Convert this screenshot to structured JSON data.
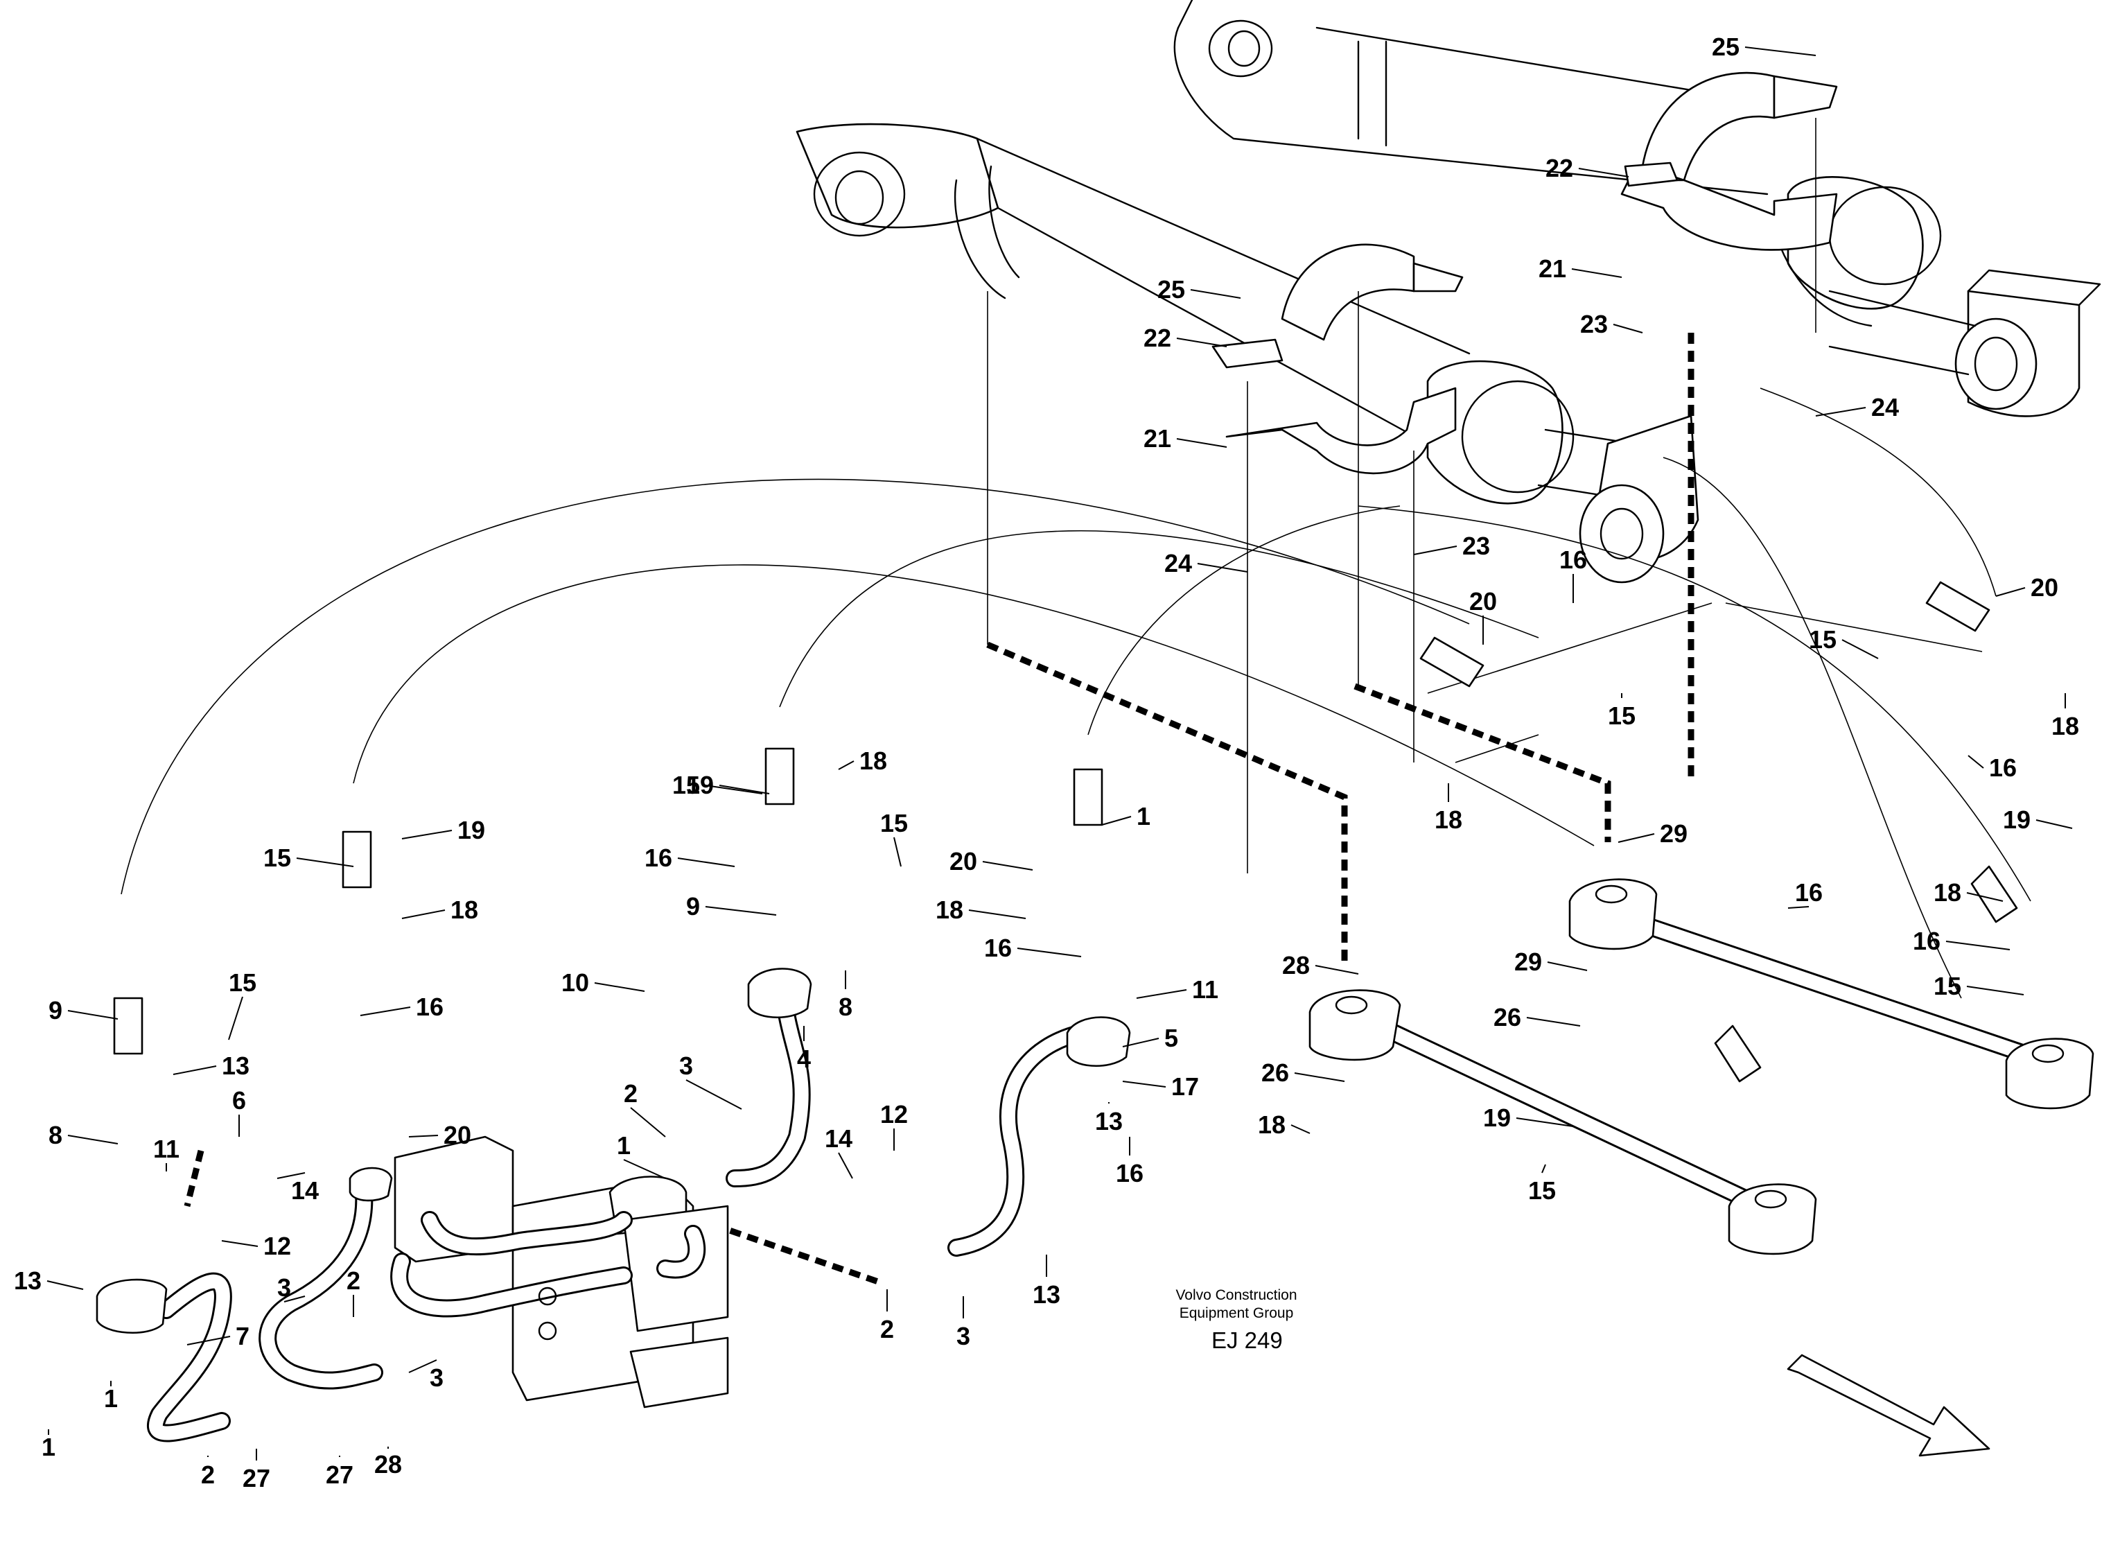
{
  "caption": {
    "brand_line1": "Volvo Construction",
    "brand_line2": "Equipment Group",
    "code": "EJ 249"
  },
  "callouts": [
    "25",
    "22",
    "21",
    "23",
    "24",
    "25",
    "22",
    "21",
    "24",
    "23",
    "16",
    "20",
    "20",
    "15",
    "15",
    "16",
    "18",
    "18",
    "19",
    "18",
    "16",
    "15",
    "9",
    "10",
    "8",
    "4",
    "3",
    "2",
    "1",
    "14",
    "12",
    "13",
    "11",
    "5",
    "13",
    "3",
    "2",
    "1",
    "20",
    "18",
    "16",
    "15",
    "19",
    "18",
    "16",
    "15",
    "20",
    "17",
    "16",
    "15",
    "9",
    "13",
    "8",
    "11",
    "6",
    "14",
    "12",
    "13",
    "7",
    "1",
    "1",
    "3",
    "2",
    "3",
    "2",
    "27",
    "27",
    "28",
    "29",
    "28",
    "29",
    "26",
    "26",
    "18",
    "19",
    "16",
    "15",
    "19",
    "18",
    "16",
    "15"
  ],
  "icons": {
    "direction": "arrow-right-down-icon"
  }
}
